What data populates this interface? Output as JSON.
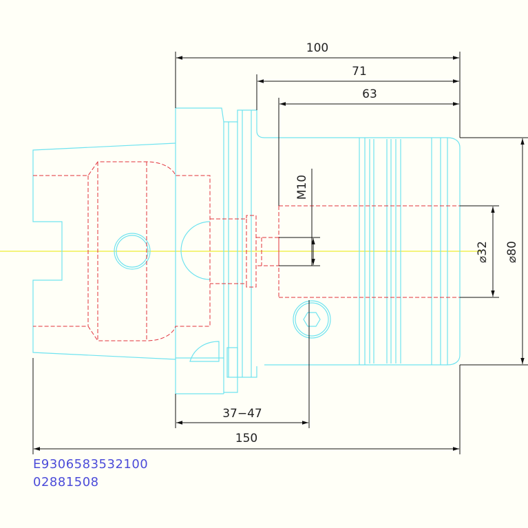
{
  "dimensions": {
    "overall_top": "100",
    "d71": "71",
    "d63": "63",
    "thread": "M10",
    "dia_small": "⌀32",
    "dia_large": "⌀80",
    "clamp_range": "37−47",
    "overall_bottom": "150"
  },
  "part_codes": {
    "line1": "E9306583532100",
    "line2": "02881508"
  },
  "colors": {
    "background": "#fffff7",
    "outline": "#6fe3f0",
    "hidden": "#e0303a",
    "centerline": "#e8e800",
    "dimension": "#111111",
    "code_text": "#4b4bd9"
  }
}
